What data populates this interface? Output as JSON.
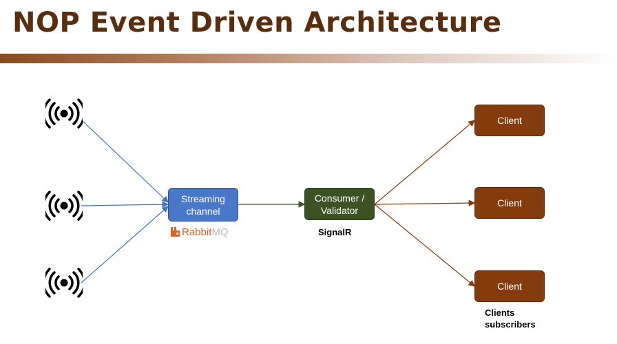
{
  "title": "NOP Event Driven Architecture",
  "nodes": {
    "sensors": [
      {
        "icon": "broadcast-signal-icon"
      },
      {
        "icon": "broadcast-signal-icon"
      },
      {
        "icon": "broadcast-signal-icon"
      }
    ],
    "streaming_channel": {
      "label": "Streaming\nchannel",
      "logo_prefix": "Rabbit",
      "logo_suffix": "MQ"
    },
    "consumer": {
      "label": "Consumer /\nValidator",
      "caption": "SignalR"
    },
    "clients": [
      {
        "label": "Client"
      },
      {
        "label": "Client"
      },
      {
        "label": "Client"
      }
    ],
    "clients_caption": "Clients\nsubscribers"
  },
  "colors": {
    "title": "#5a2d0c",
    "sensor_links": "#4472c4",
    "stream_box": "#4a78c8",
    "consumer_box": "#3b5323",
    "consumer_link": "#3b5323",
    "client_box": "#843c0c",
    "client_links": "#843c0c",
    "rabbitmq_orange": "#e3611f"
  }
}
